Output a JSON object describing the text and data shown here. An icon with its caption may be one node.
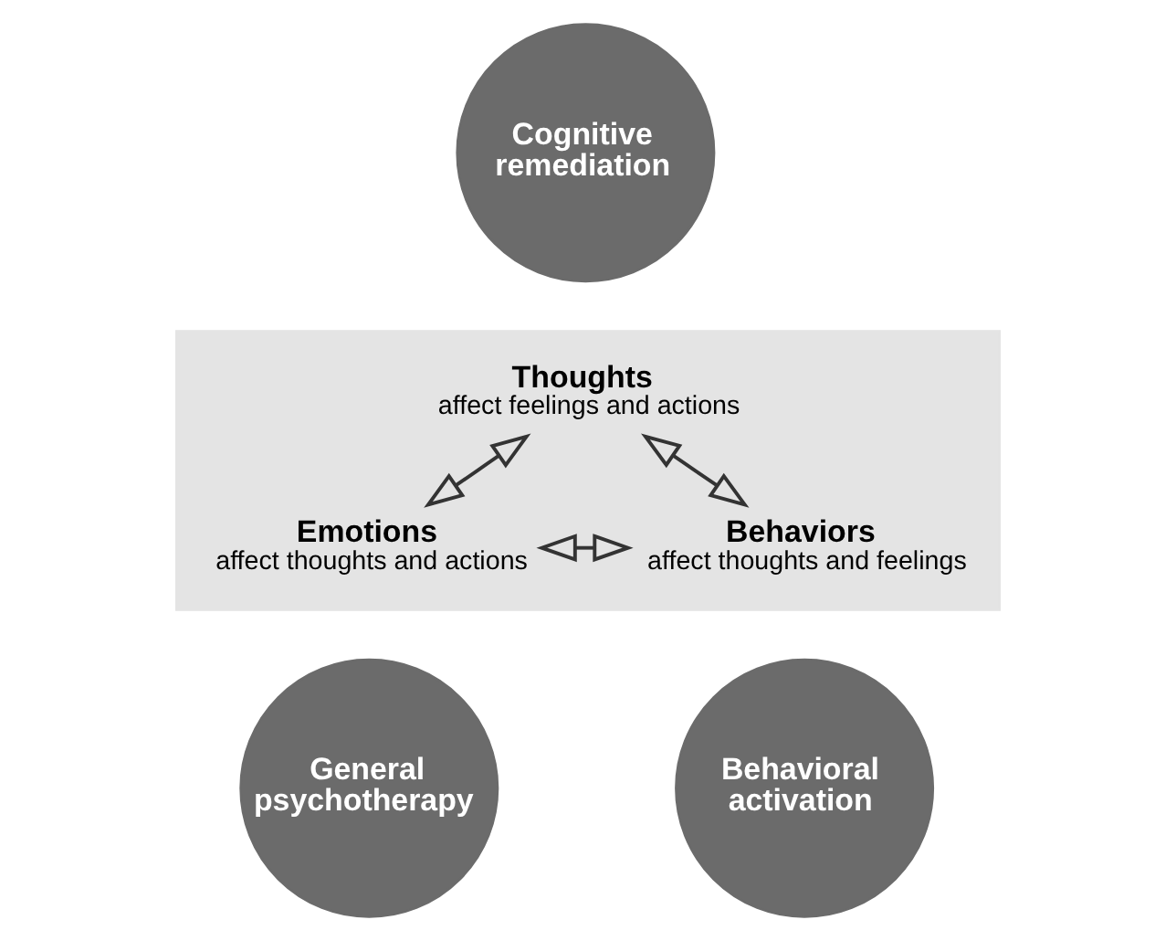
{
  "diagram": {
    "nodes": [
      {
        "text": [],
        "shape": "triangle"
      },
      {
        "text": [
          "Cognitive remediation"
        ]
      },
      {
        "text": [
          "Thoughts",
          "affect feelings and actions"
        ],
        "in": 0
      },
      {
        "text": [
          "Emotions",
          "affect thoughts and actions"
        ],
        "in": 0
      },
      {
        "text": [
          "Behaviors",
          "affect thoughts and feelings"
        ],
        "in": 0
      },
      {
        "text": [
          "General psychotherapy"
        ]
      },
      {
        "text": [
          "Behavioral activation"
        ]
      }
    ],
    "edges": [
      {
        "from": 2,
        "to": 3,
        "arrow": "both"
      },
      {
        "from": 2,
        "to": 4,
        "arrow": "both"
      },
      {
        "from": 3,
        "to": 4,
        "arrow": "both"
      }
    ]
  }
}
